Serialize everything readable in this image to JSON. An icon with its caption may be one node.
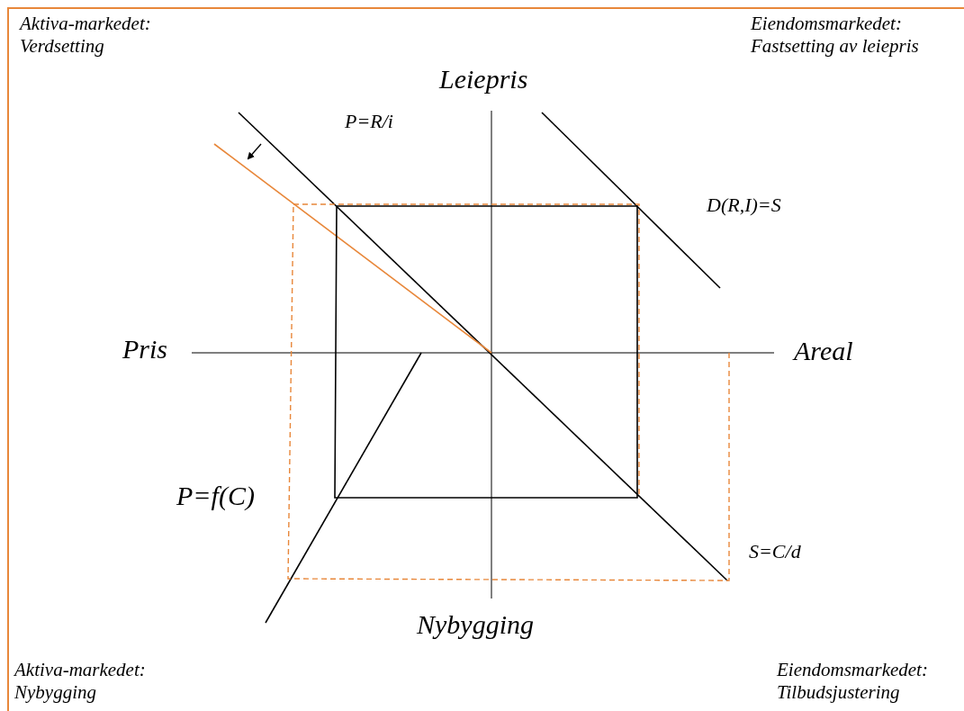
{
  "diagram": {
    "labels": [
      "Aktiva-markedet: Verdsetting",
      "Eiendomsmarkedet: Fastsetting av leiepris",
      "Leiepris",
      "P=R/i",
      "D(R,I)=S",
      "Pris",
      "Areal",
      "P=f(C)",
      "S=C/d",
      "Nybygging",
      "Aktiva-markedet: Nybygging",
      "Eiendomsmarkedet: Tilbudsjustering"
    ]
  }
}
